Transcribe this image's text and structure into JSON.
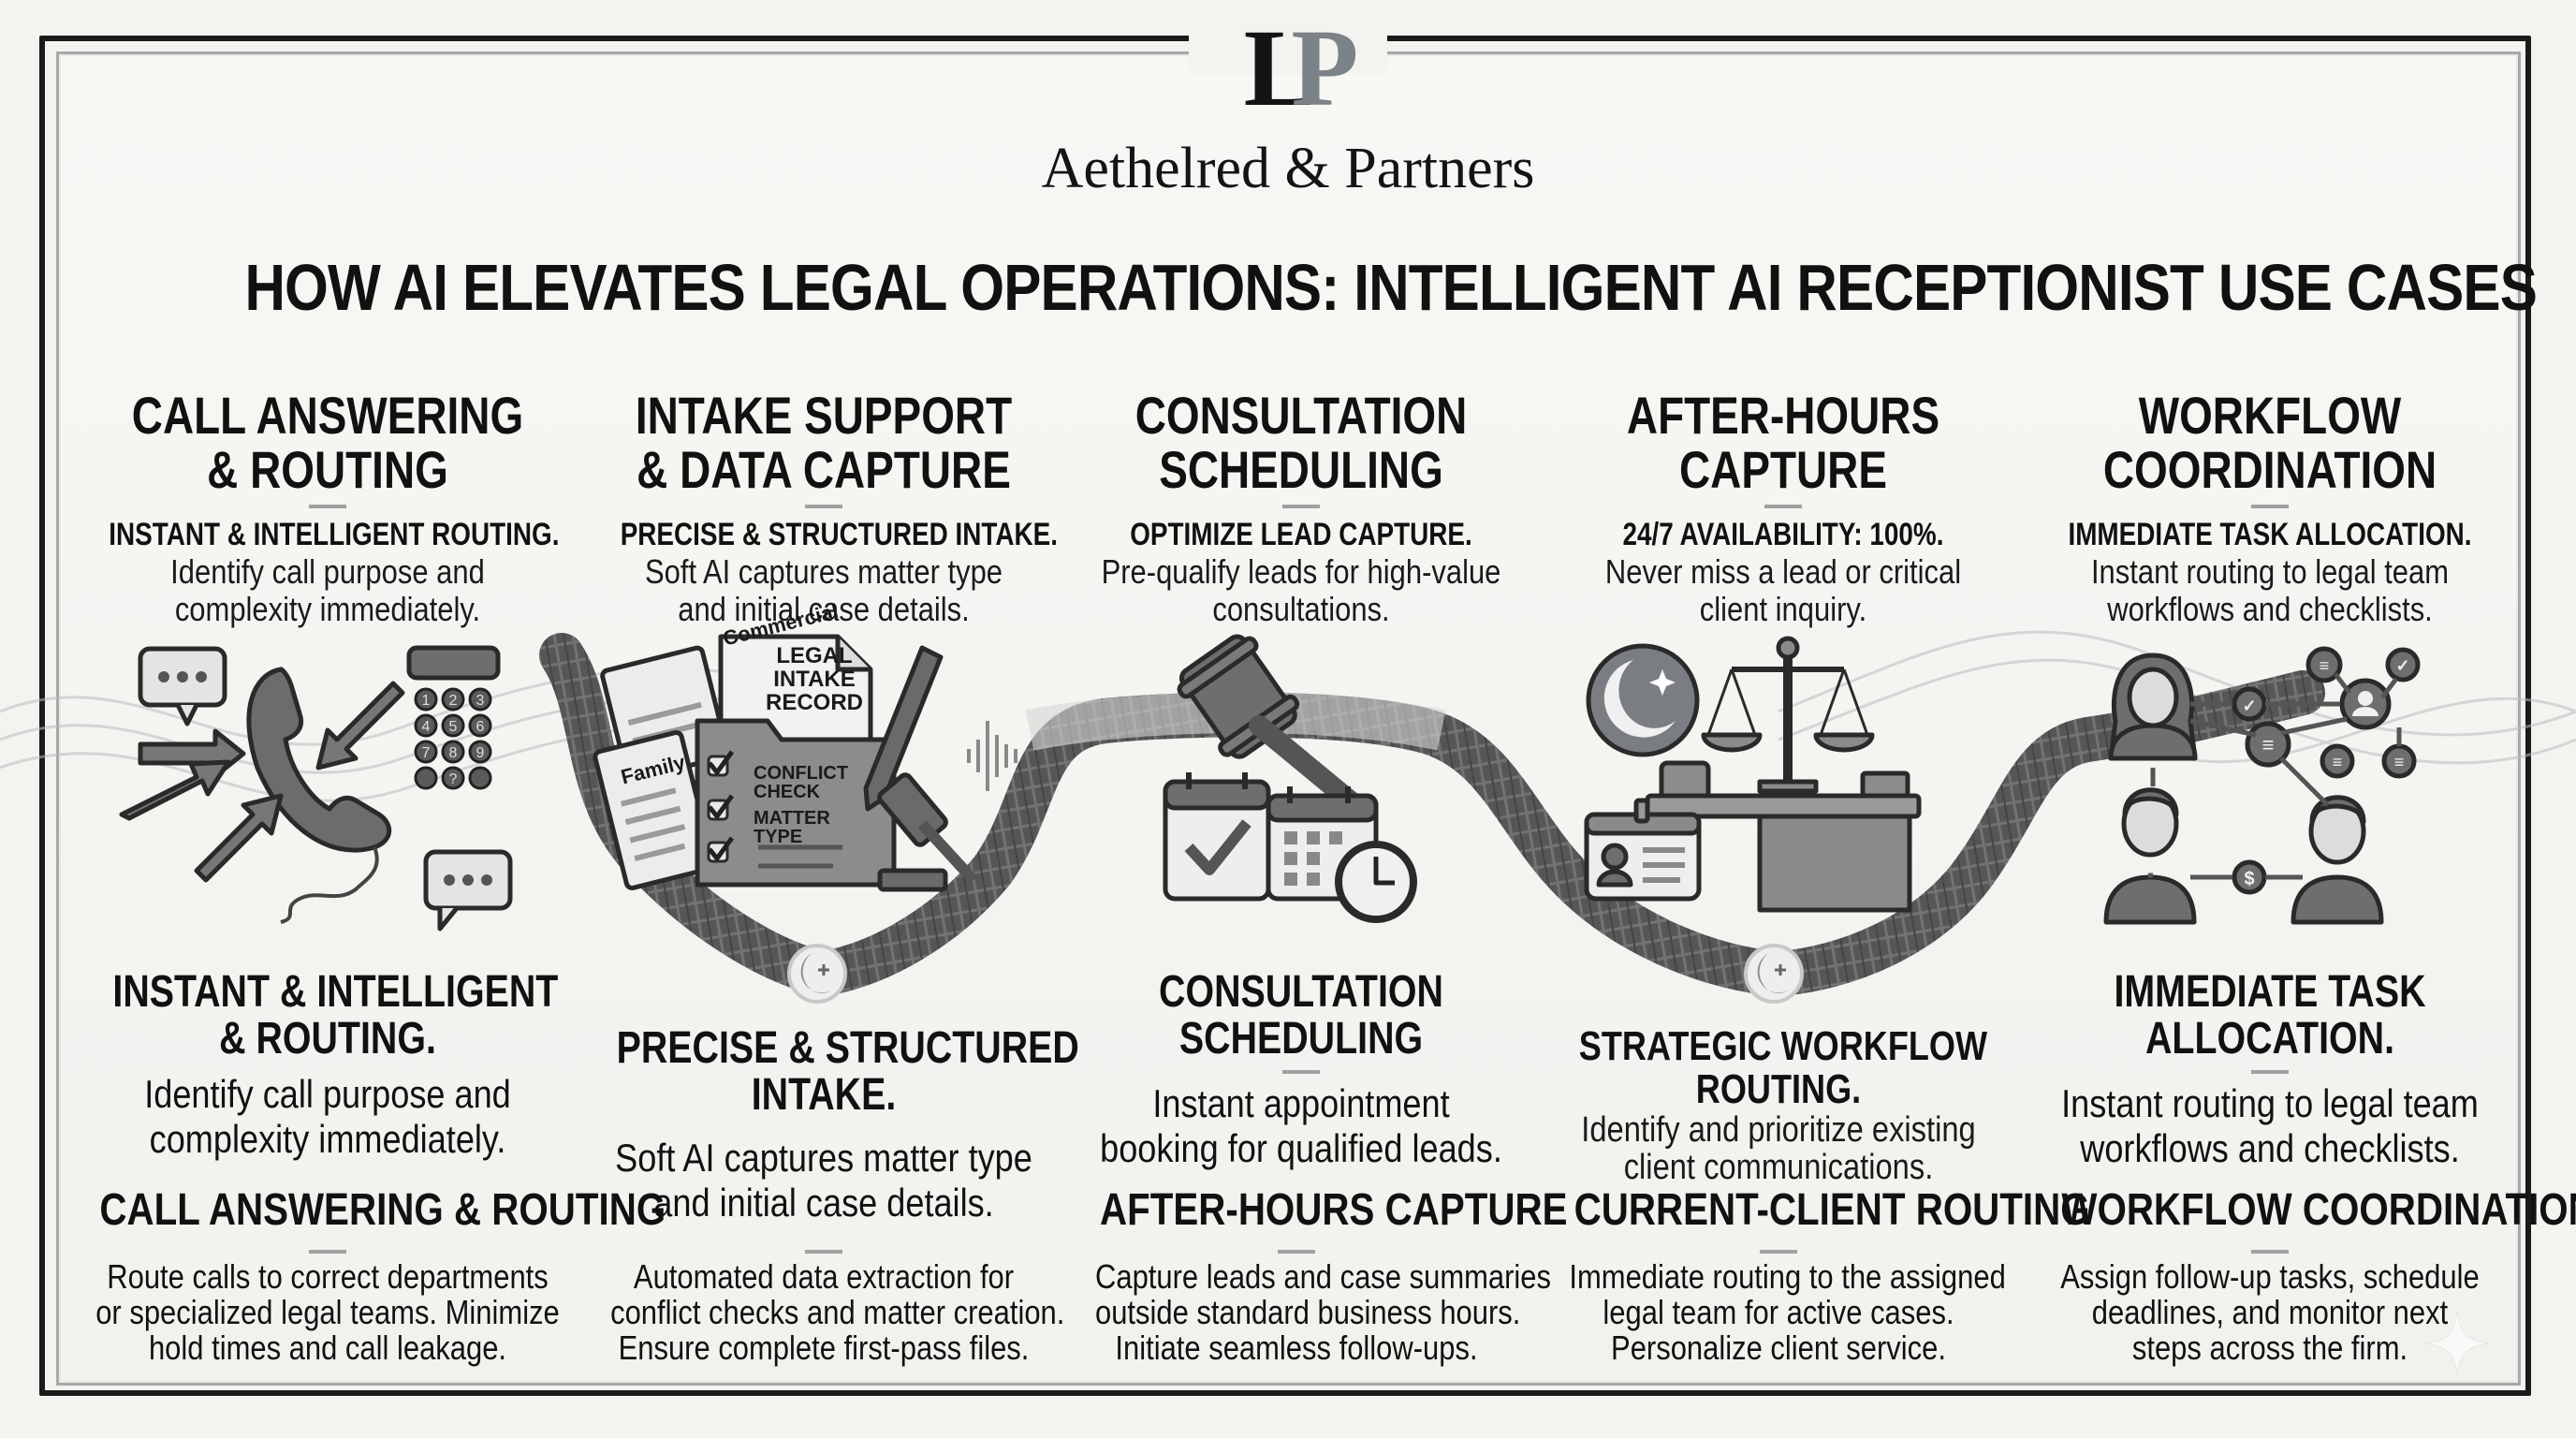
{
  "brand": {
    "logo_letters": [
      "L",
      "P"
    ],
    "firm_name": "Aethelred & Partners"
  },
  "title": "HOW AI ELEVATES LEGAL OPERATIONS: INTELLIGENT AI RECEPTIONIST USE CASES",
  "colors": {
    "ink": "#111111",
    "frame": "#1a1a1a",
    "inner_frame": "#a8a8a8",
    "icon_fill": "#6e6e6e",
    "path": "#4a4a4a",
    "background": "#f3f3f0"
  },
  "top_columns": [
    {
      "heading": [
        "CALL ANSWERING",
        "& ROUTING"
      ],
      "subhead": "INSTANT & INTELLIGENT ROUTING.",
      "description": [
        "Identify call purpose and",
        "complexity immediately."
      ],
      "icon": "phone-routing-icon"
    },
    {
      "heading": [
        "INTAKE SUPPORT",
        "& DATA CAPTURE"
      ],
      "subhead": "PRECISE & STRUCTURED INTAKE.",
      "description": [
        "Soft AI captures matter type",
        "and initial case details."
      ],
      "icon": "legal-intake-record-icon"
    },
    {
      "heading": [
        "CONSULTATION",
        "SCHEDULING"
      ],
      "subhead": "OPTIMIZE LEAD CAPTURE.",
      "description": [
        "Pre-qualify leads for high-value",
        "consultations."
      ],
      "icon": "gavel-calendar-clock-icon"
    },
    {
      "heading": [
        "AFTER-HOURS",
        "CAPTURE"
      ],
      "subhead": "24/7 AVAILABILITY: 100%.",
      "description": [
        "Never miss a lead or critical",
        "client inquiry."
      ],
      "icon": "moon-scales-desk-icon"
    },
    {
      "heading": [
        "WORKFLOW",
        "COORDINATION"
      ],
      "subhead": "IMMEDIATE TASK ALLOCATION.",
      "description": [
        "Instant routing to legal team",
        "workflows and checklists."
      ],
      "icon": "team-network-icon"
    }
  ],
  "illustrations": {
    "intake_record": {
      "doc_label": [
        "LEGAL",
        "INTAKE",
        "RECORD"
      ],
      "tabs": [
        "Commercial",
        "Family"
      ],
      "checklist": [
        [
          "CONFLICT",
          "CHECK"
        ],
        [
          "MATTER",
          "TYPE"
        ],
        [
          ""
        ]
      ]
    },
    "keypad": [
      "1",
      "2",
      "3",
      "4",
      "5",
      "6",
      "7",
      "8",
      "9",
      "",
      "?",
      ""
    ]
  },
  "middle_columns": [
    {
      "heading": [
        "INSTANT & INTELLIGENT",
        "& ROUTING."
      ],
      "description": [
        "Identify call purpose and",
        "complexity immediately."
      ]
    },
    {
      "heading": [
        "PRECISE & STRUCTURED",
        "INTAKE."
      ],
      "description": [
        "Soft AI captures matter type",
        "and initial case details."
      ]
    },
    {
      "heading": [
        "CONSULTATION",
        "SCHEDULING"
      ],
      "description": [
        "Instant appointment",
        "booking for qualified leads."
      ]
    },
    {
      "heading": [
        "STRATEGIC WORKFLOW",
        "ROUTING."
      ],
      "description": [
        "Identify and prioritize existing",
        "client communications."
      ]
    },
    {
      "heading": [
        "IMMEDIATE TASK",
        "ALLOCATION."
      ],
      "description": [
        "Instant routing to legal team",
        "workflows and checklists."
      ]
    }
  ],
  "bottom_columns": [
    {
      "heading": "CALL ANSWERING & ROUTING",
      "description": [
        "Route calls to correct departments",
        "or specialized legal teams. Minimize",
        "hold times and call leakage."
      ]
    },
    {
      "heading": "",
      "description": [
        "Automated data extraction for",
        "conflict checks and matter creation.",
        "Ensure complete first-pass files."
      ]
    },
    {
      "heading": "AFTER-HOURS CAPTURE",
      "description": [
        "Capture leads and case summaries",
        "outside standard business hours.",
        "Initiate seamless follow-ups."
      ]
    },
    {
      "heading": "CURRENT-CLIENT ROUTING",
      "description": [
        "Immediate routing to the assigned",
        "legal team for active cases.",
        "Personalize client service."
      ]
    },
    {
      "heading": "WORKFLOW COORDINATION",
      "description": [
        "Assign follow-up tasks, schedule",
        "deadlines, and monitor next",
        "steps across the firm."
      ]
    }
  ]
}
